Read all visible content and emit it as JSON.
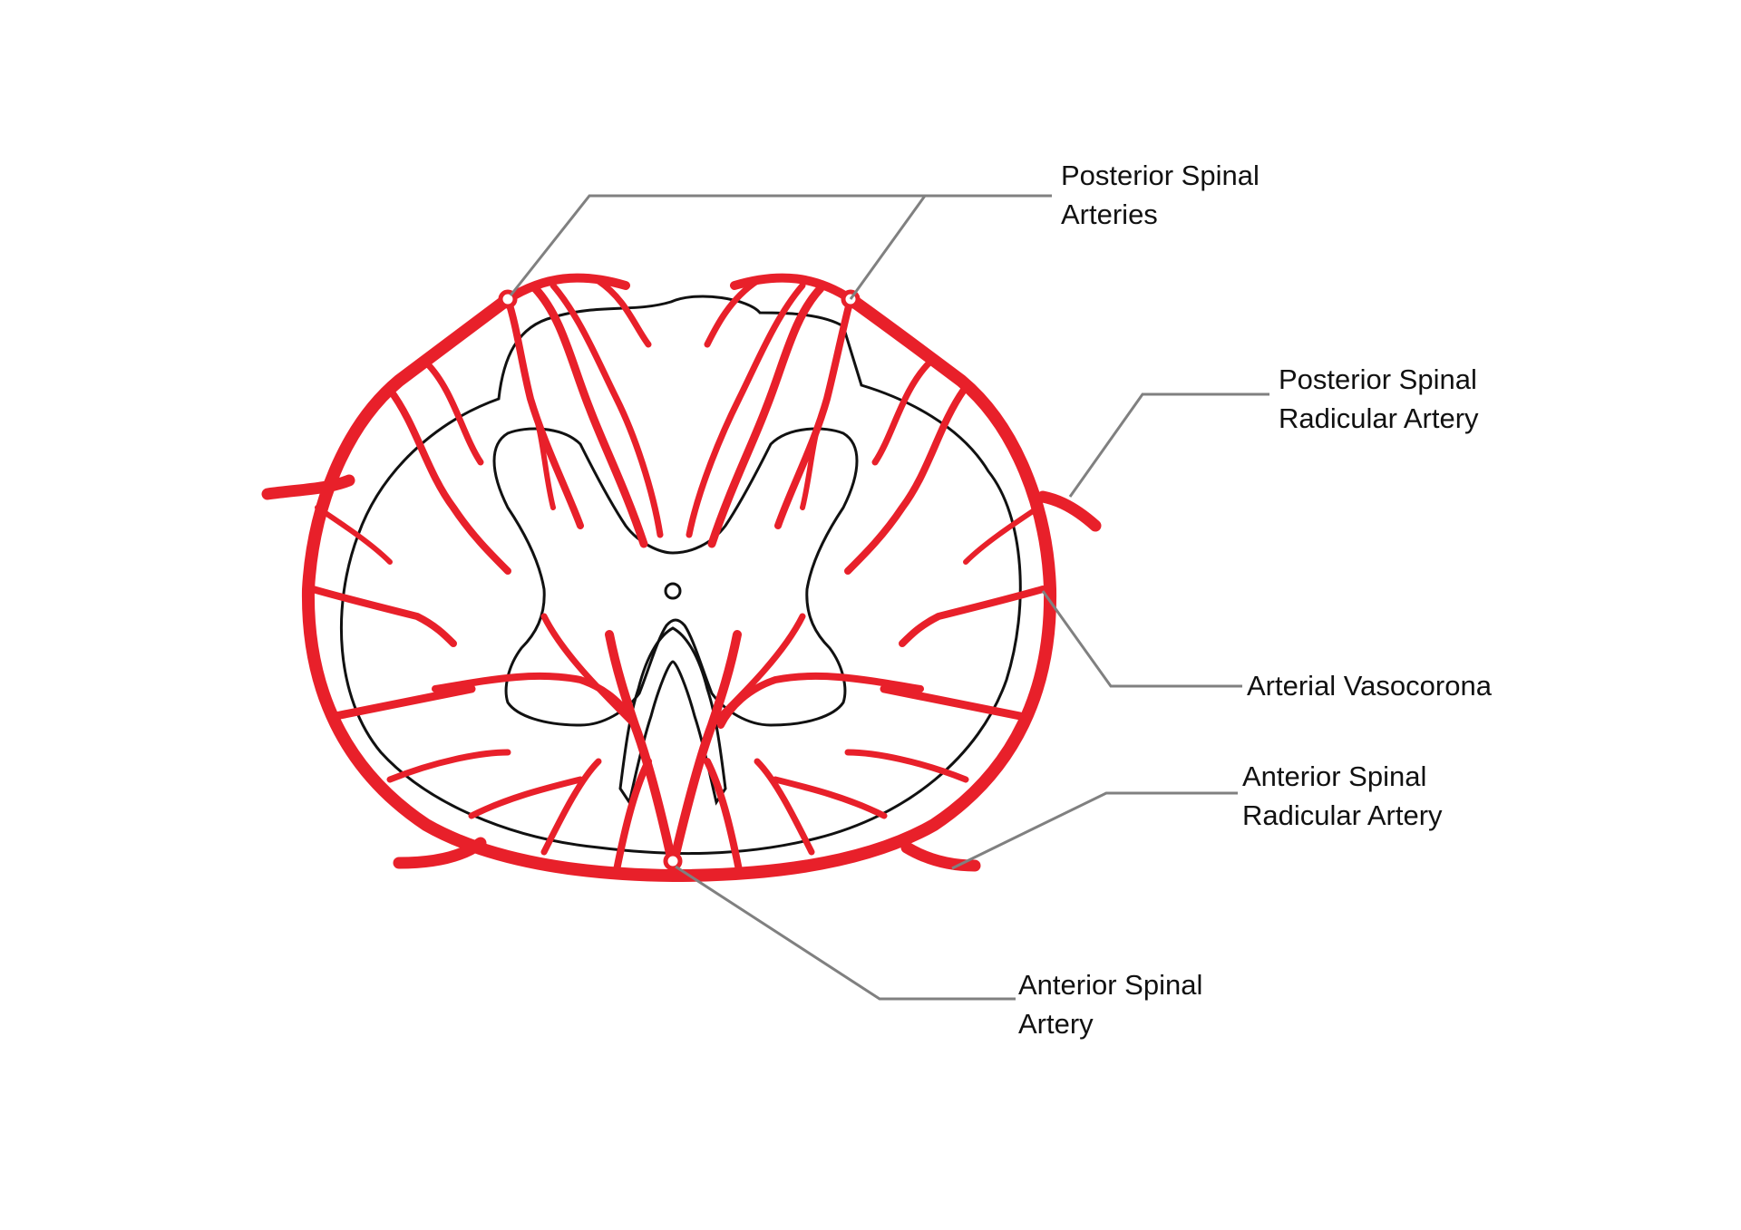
{
  "labels": {
    "posterior_spinal_arteries": [
      "Posterior Spinal",
      "Arteries"
    ],
    "posterior_spinal_radicular_artery": [
      "Posterior Spinal",
      "Radicular Artery"
    ],
    "arterial_vasocorona": [
      "Arterial Vasocorona"
    ],
    "anterior_spinal_radicular_artery": [
      "Anterior Spinal",
      "Radicular Artery"
    ],
    "anterior_spinal_artery": [
      "Anterior Spinal",
      "Artery"
    ]
  },
  "colors": {
    "artery": "#e8202a",
    "outline": "#111111",
    "leader": "#808080",
    "background": "#ffffff"
  }
}
